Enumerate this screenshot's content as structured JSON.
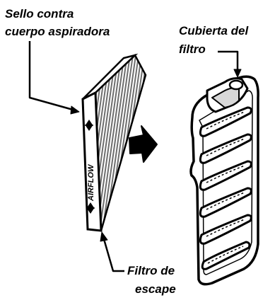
{
  "labels": {
    "seal_line1": "Sello contra",
    "seal_line2": "cuerpo aspiradora",
    "cover_line1": "Cubierta del",
    "cover_line2": "filtro",
    "filter_line1": "Filtro de",
    "filter_line2": "escape",
    "airflow": "AIRFLOW"
  },
  "icons": {
    "flow_arrow": "arrow-right-icon",
    "airflow_arrows": "double-arrow-icon"
  },
  "colors": {
    "ink": "#000000",
    "paper": "#ffffff",
    "pleat_gray": "#8a8a8a"
  }
}
